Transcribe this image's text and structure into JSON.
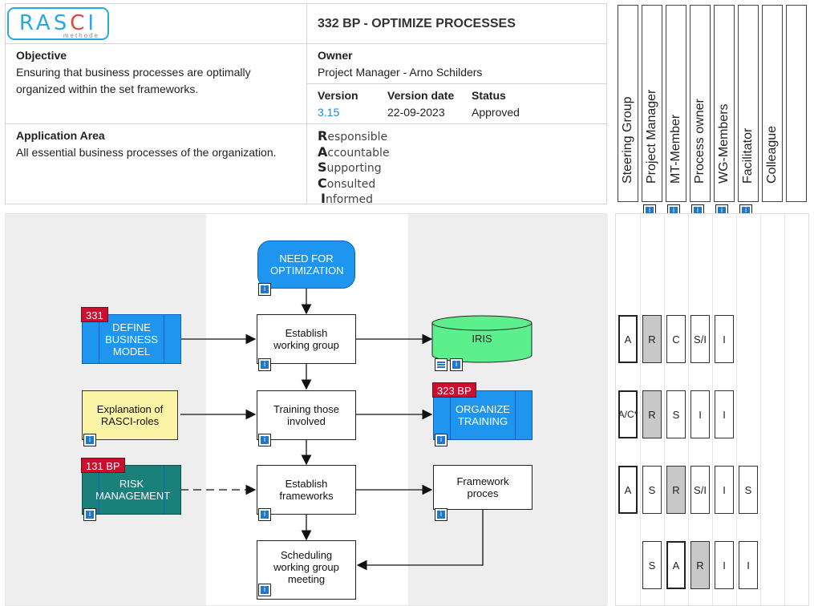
{
  "header": {
    "logo": {
      "main": "RASCI",
      "sub": "methode"
    },
    "title": "332 BP - OPTIMIZE PROCESSES",
    "objective_label": "Objective",
    "objective_text": "Ensuring that business processes are optimally organized within the set frameworks.",
    "owner_label": "Owner",
    "owner_value": "Project Manager - Arno Schilders",
    "version_label": "Version",
    "version_value": "3.15",
    "version_date_label": "Version date",
    "version_date_value": "22-09-2023",
    "status_label": "Status",
    "status_value": "Approved",
    "application_area_label": "Application Area",
    "application_area_text": "All essential business processes of the organization.",
    "rasci_legend": [
      {
        "letter": "R",
        "rest": "esponsible"
      },
      {
        "letter": "A",
        "rest": "ccountable"
      },
      {
        "letter": "S",
        "rest": "upporting"
      },
      {
        "letter": "C",
        "rest": "onsulted"
      },
      {
        "letter": "I",
        "rest": "nformed"
      }
    ]
  },
  "roles": [
    "Steering Group",
    "Project Manager",
    "MT-Member",
    "Process owner",
    "WG-Members",
    "Facilitator",
    "Colleague",
    ""
  ],
  "diagram": {
    "nodes": {
      "need": "NEED FOR OPTIMIZATION",
      "establish_wg": "Establish working group",
      "training": "Training those involved",
      "establish_fw": "Establish frameworks",
      "scheduling": "Scheduling working group meeting",
      "define": "DEFINE BUSINESS MODEL",
      "define_tag": "331",
      "explanation": "Explanation of RASCI-roles",
      "risk": "RISK MANAGEMENT",
      "risk_tag": "131 BP",
      "iris": "IRIS",
      "organize": "ORGANIZE TRAINING",
      "organize_tag": "323 BP",
      "framework": "Framework proces"
    }
  },
  "matrix": {
    "rows": [
      [
        "A",
        "R",
        "C",
        "S/I",
        "I",
        "",
        "",
        ""
      ],
      [
        "A/C*",
        "R",
        "S",
        "I",
        "I",
        "",
        "",
        ""
      ],
      [
        "A",
        "S",
        "R",
        "S/I",
        "I",
        "S",
        "",
        ""
      ],
      [
        "",
        "S",
        "A",
        "R",
        "I",
        "I",
        "",
        ""
      ]
    ]
  },
  "colors": {
    "process_blue": "#1e96f0",
    "teal": "#1b7f7a",
    "iris_green": "#5cf08c",
    "note_yellow": "#fbf3a6",
    "tag_red": "#c8102e",
    "accent_link": "#1e88e5"
  }
}
